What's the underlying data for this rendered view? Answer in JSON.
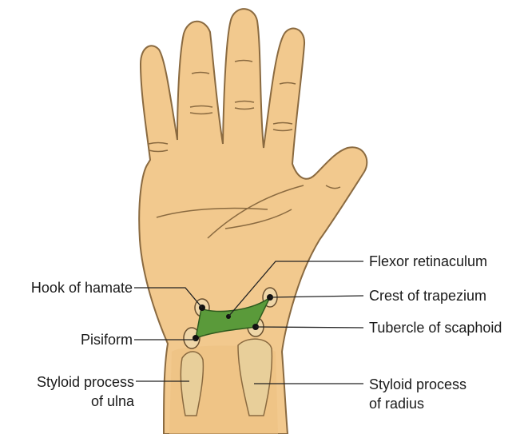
{
  "labels": {
    "hook_of_hamate": "Hook of hamate",
    "pisiform": "Pisiform",
    "styloid_ulna_line1": "Styloid process",
    "styloid_ulna_line2": "of ulna",
    "flexor_retinaculum": "Flexor retinaculum",
    "crest_of_trapezium": "Crest of trapezium",
    "tubercle_of_scaphoid": "Tubercle of scaphoid",
    "styloid_radius_line1": "Styloid process",
    "styloid_radius_line2": "of radius"
  },
  "colors": {
    "skin": "#f2c98e",
    "skin_outline": "#8a6a40",
    "skin_shadow": "#e0ad6c",
    "retinaculum": "#5a9a3a",
    "bone": "#e8cf9a",
    "leader": "#222222"
  }
}
